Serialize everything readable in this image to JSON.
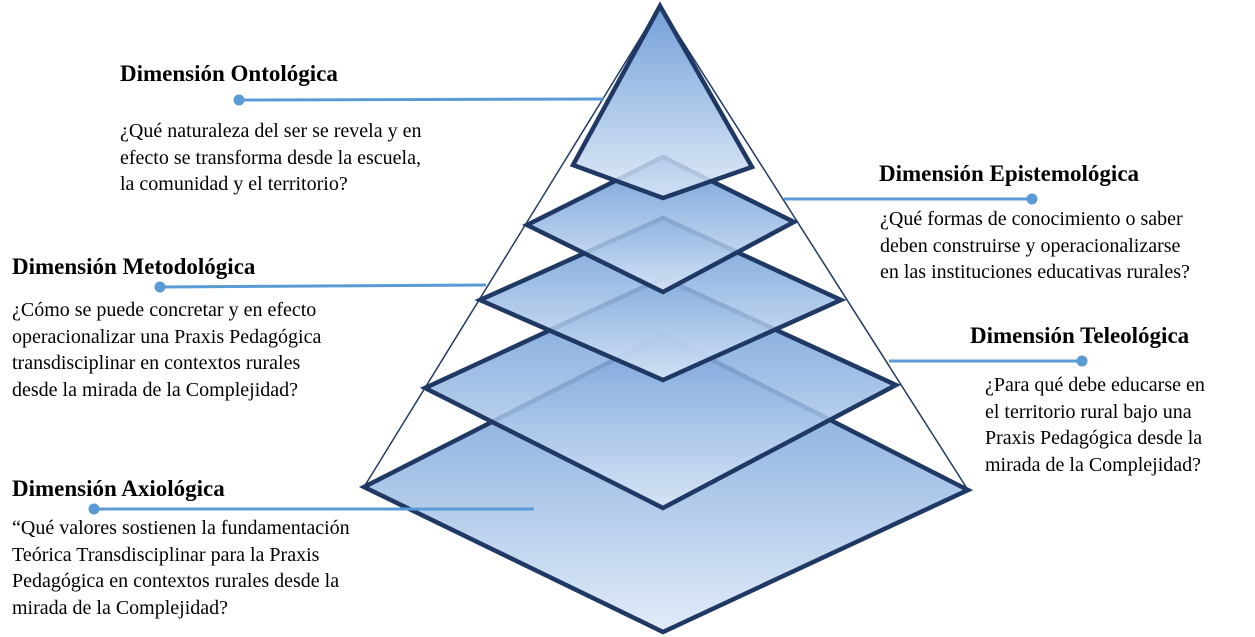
{
  "colors": {
    "outline": "#1f3864",
    "face_top": "#5b8fd2",
    "face_bottom": "#dce8f7",
    "thin_edge": "#1f3864",
    "connector": "#5b9bd5"
  },
  "dimensions": {
    "ontologica": {
      "title": "Dimensión Ontológica",
      "question": "¿Qué naturaleza del ser se revela y en\nefecto se transforma desde la escuela,\nla comunidad y el territorio?"
    },
    "epistemologica": {
      "title": "Dimensión Epistemológica",
      "question": "¿Qué formas de conocimiento o saber\ndeben construirse y operacionalizarse\nen las instituciones educativas rurales?"
    },
    "metodologica": {
      "title": "Dimensión Metodológica",
      "question": "¿Cómo se puede concretar y en efecto\noperacionalizar una Praxis Pedagógica\ntransdisciplinar en contextos rurales\ndesde la mirada de la Complejidad?"
    },
    "teleologica": {
      "title": "Dimensión Teleológica",
      "question": "¿Para qué debe educarse en\nel territorio rural bajo una\nPraxis Pedagógica desde la\nmirada de la Complejidad?"
    },
    "axiologica": {
      "title": "Dimensión Axiológica",
      "question": "“Qué valores sostienen la fundamentación\nTeórica Transdisciplinar para la Praxis\nPedagógica en contextos rurales desde la\nmirada de la Complejidad?"
    }
  }
}
